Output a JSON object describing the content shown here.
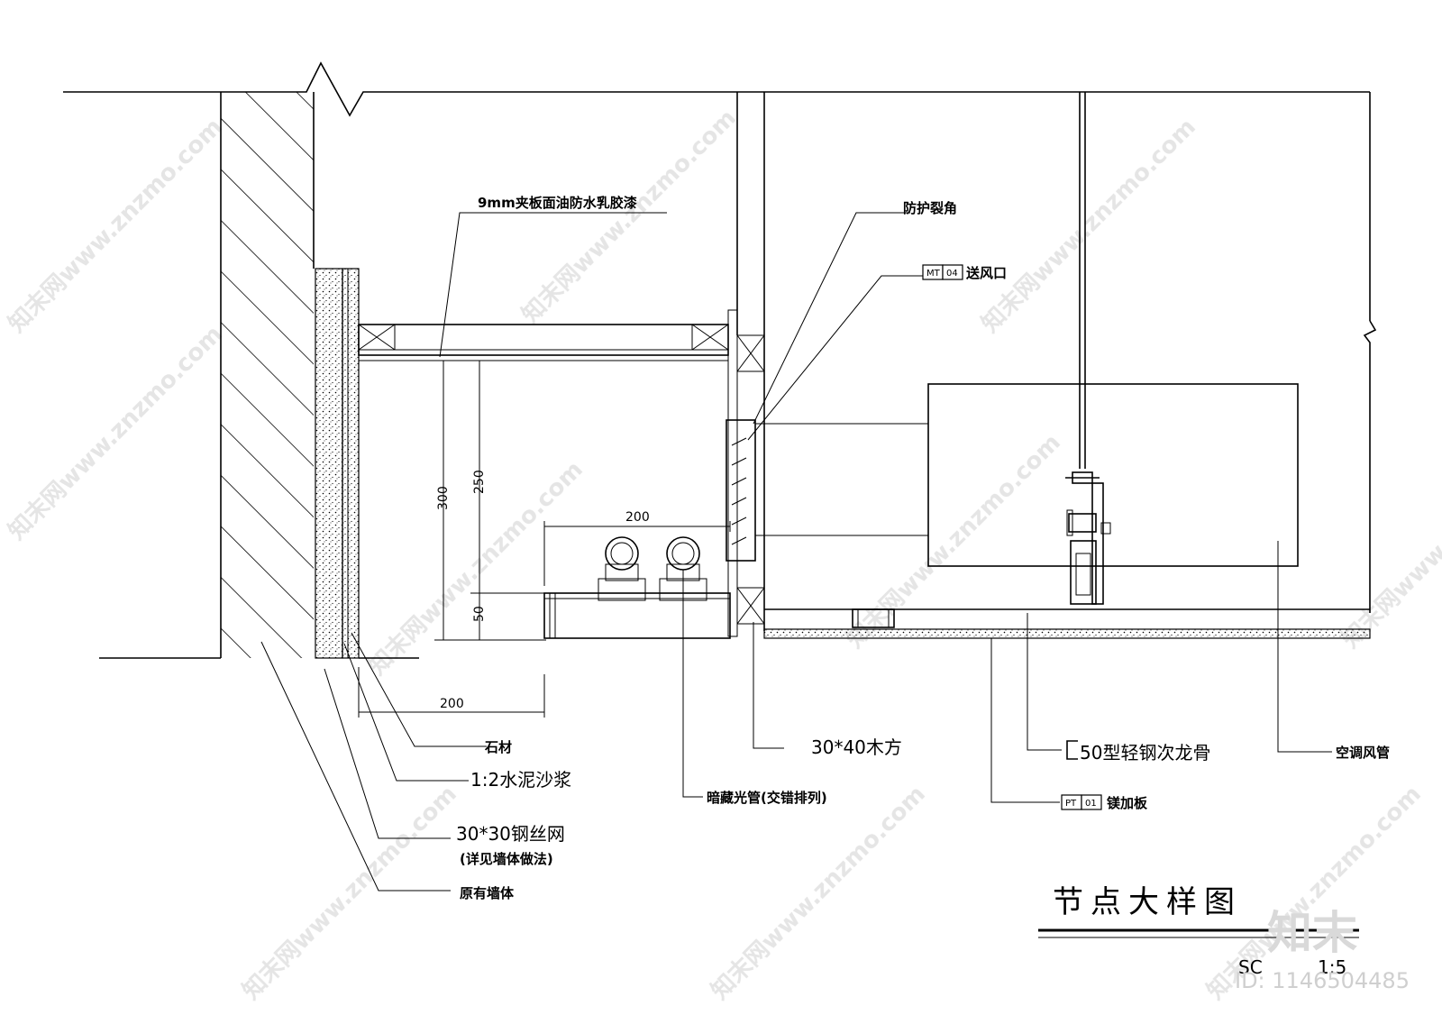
{
  "title": "节点大样图",
  "scale_label": "SC",
  "scale_value": "1:5",
  "labels": {
    "plywood": "9mm夹板面油防水乳胶漆",
    "corner": "防护裂角",
    "vent_tag_a": "MT",
    "vent_tag_b": "04",
    "vent": "送风口",
    "stone": "石材",
    "mortar": "1:2水泥沙浆",
    "mesh": "30*30钢丝网",
    "mesh_note": "(详见墙体做法)",
    "wall": "原有墙体",
    "timber": "30*40木方",
    "light": "暗藏光管(交错排列)",
    "keel": "50型轻钢次龙骨",
    "board_tag_a": "PT",
    "board_tag_b": "01",
    "board": "镁加板",
    "duct": "空调风管"
  },
  "dimensions": {
    "d300": "300",
    "d250": "250",
    "d50": "50",
    "d200_top": "200",
    "d200_bottom": "200"
  },
  "watermark": {
    "text": "知末网www.znzmo.com",
    "logo": "知末",
    "id": "ID: 1146504485"
  }
}
